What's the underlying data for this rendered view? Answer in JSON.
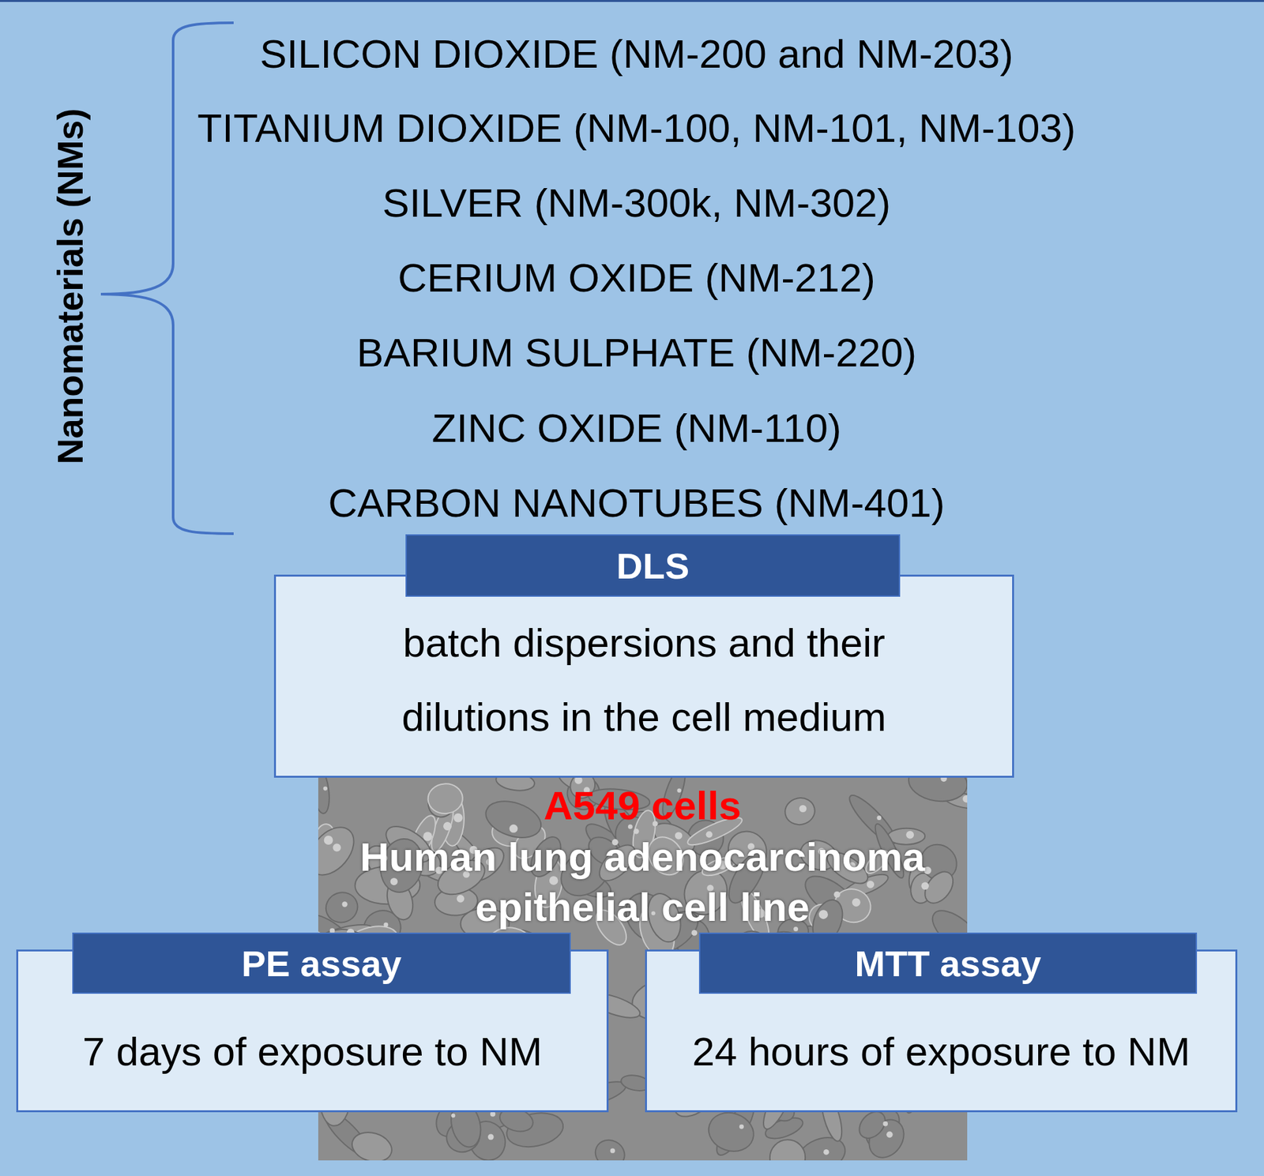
{
  "diagram": {
    "nodes": [
      {
        "text": [
          "DLS",
          "batch dispersions and their dilutions in the cell medium"
        ]
      },
      {
        "text": [
          "PE assay",
          "7 days of exposure to NM"
        ]
      },
      {
        "text": [
          "MTT assay",
          "24 hours of exposure to NM"
        ]
      }
    ],
    "labels": [
      "Nanomaterials (NMs)",
      "SILICON DIOXIDE (NM-200 and NM-203)",
      "TITANIUM DIOXIDE (NM-100, NM-101, NM-103)",
      "SILVER (NM-300k, NM-302)",
      "CERIUM OXIDE (NM-212)",
      "BARIUM SULPHATE (NM-220)",
      "ZINC OXIDE (NM-110)",
      "CARBON NANOTUBES (NM-401)",
      "A549 cells",
      "Human lung adenocarcinoma epithelial cell line"
    ]
  }
}
